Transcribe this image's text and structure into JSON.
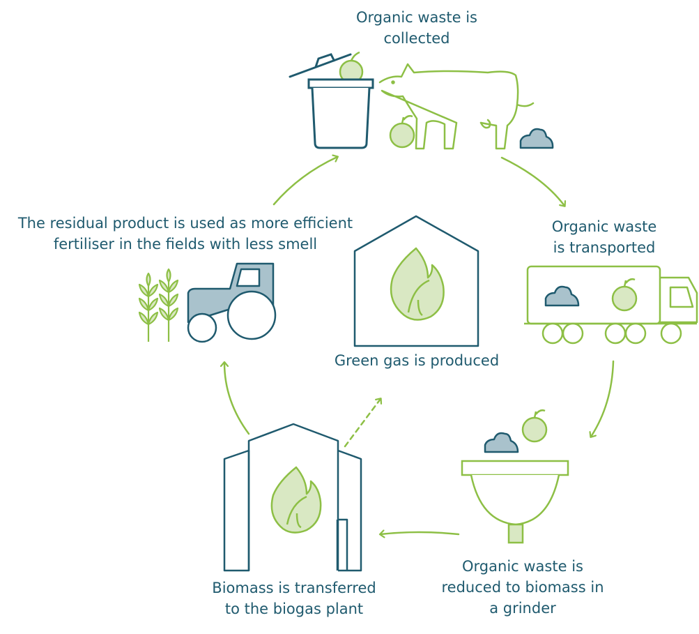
{
  "steps": {
    "collected": "Organic waste is\ncollected",
    "transported": "Organic waste\nis transported",
    "grinder": "Organic waste is\nreduced to biomass in\na grinder",
    "transferred": "Biomass is transferred\nto the biogas plant",
    "residual": "The residual product is used as more efficient\nfertiliser in the fields with less smell",
    "green_gas": "Green gas is produced"
  },
  "colors": {
    "green": "#8dbf45",
    "green_fill": "#d9e8c3",
    "navy": "#1f5a6e",
    "slate_fill": "#a9c2cc"
  }
}
